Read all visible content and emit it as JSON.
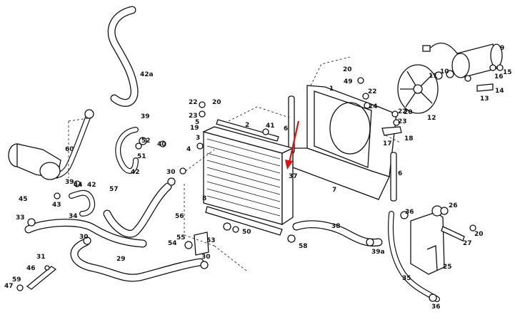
{
  "labels": {
    "n1": "1",
    "n2": "2",
    "n3": "3",
    "n4": "4",
    "n5": "5",
    "n6a": "6",
    "n6b": "6",
    "n7": "7",
    "n8": "8",
    "n9": "9",
    "n10": "10",
    "n11": "11",
    "n12": "12",
    "n13": "13",
    "n14": "14",
    "n15": "15",
    "n16": "16",
    "n17": "17",
    "n18": "18",
    "n19": "19",
    "n20a": "20",
    "n20b": "20",
    "n20c": "20",
    "n20d": "20",
    "n22a": "22",
    "n22b": "22",
    "n22c": "22",
    "n23a": "23",
    "n23b": "23",
    "n24": "24",
    "n25": "25",
    "n26": "26",
    "n27": "27",
    "n29": "29",
    "n30a": "30",
    "n30b": "30",
    "n30c": "30",
    "n31": "31",
    "n33": "33",
    "n34": "34",
    "n35": "35",
    "n36a": "36",
    "n36b": "36",
    "n37": "37",
    "n38": "38",
    "n39a": "39",
    "n39b": "39",
    "n39c": "39a",
    "n40": "40",
    "n41": "41",
    "n42": "42",
    "n42a": "42a",
    "n42b": "42",
    "n43": "43",
    "n44": "44",
    "n45": "45",
    "n46": "46",
    "n47": "47",
    "n49": "49",
    "n50": "50",
    "n51": "51",
    "n52": "52",
    "n53": "53",
    "n54": "54",
    "n55": "55",
    "n56": "56",
    "n57": "57",
    "n58": "58",
    "n59": "59",
    "n60": "60"
  },
  "icons": {
    "arrow": "red-pointer-arrow"
  },
  "colors": {
    "line": "#111111",
    "background": "#ffffff",
    "accent_arrow": "#e01010"
  }
}
